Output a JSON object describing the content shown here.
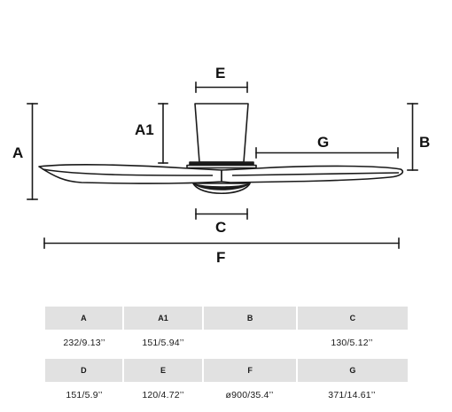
{
  "diagram": {
    "labels": {
      "A": "A",
      "A1": "A1",
      "B": "B",
      "C": "C",
      "E": "E",
      "F": "F",
      "G": "G"
    },
    "colors": {
      "line": "#1a1a1a",
      "table_header_bg": "#e1e1e1"
    }
  },
  "table": {
    "row1": {
      "headers": [
        "A",
        "A1",
        "B",
        "C"
      ],
      "values": [
        "232/9.13’’",
        "151/5.94’’",
        "",
        "130/5.12’’"
      ]
    },
    "row2": {
      "headers": [
        "D",
        "E",
        "F",
        "G"
      ],
      "values": [
        "151/5.9’’",
        "120/4.72’’",
        "ø900/35.4’’",
        "371/14.61’’"
      ]
    }
  }
}
